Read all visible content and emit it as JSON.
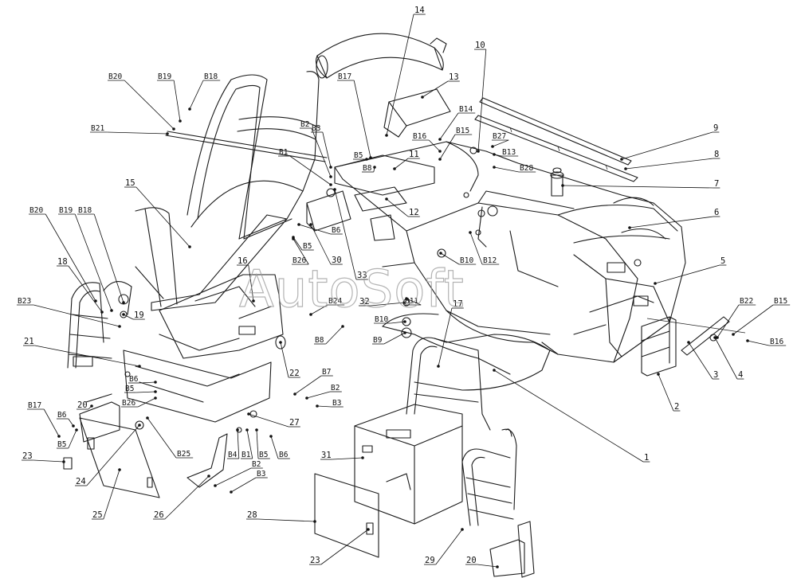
{
  "watermark": "AutoSoft",
  "callouts": [
    {
      "id": "c1",
      "text": "1"
    },
    {
      "id": "c2",
      "text": "2"
    },
    {
      "id": "c3",
      "text": "3"
    },
    {
      "id": "c4",
      "text": "4"
    },
    {
      "id": "c5",
      "text": "5"
    },
    {
      "id": "c6",
      "text": "6"
    },
    {
      "id": "c7",
      "text": "7"
    },
    {
      "id": "c8",
      "text": "8"
    },
    {
      "id": "c9",
      "text": "9"
    },
    {
      "id": "c10",
      "text": "10"
    },
    {
      "id": "c11",
      "text": "11"
    },
    {
      "id": "c12",
      "text": "12"
    },
    {
      "id": "c13",
      "text": "13"
    },
    {
      "id": "c14",
      "text": "14"
    },
    {
      "id": "c15",
      "text": "15"
    },
    {
      "id": "c16",
      "text": "16"
    },
    {
      "id": "c17",
      "text": "17"
    },
    {
      "id": "c18",
      "text": "18"
    },
    {
      "id": "c19",
      "text": "19"
    },
    {
      "id": "c20a",
      "text": "20"
    },
    {
      "id": "c20b",
      "text": "20"
    },
    {
      "id": "c21",
      "text": "21"
    },
    {
      "id": "c22",
      "text": "22"
    },
    {
      "id": "c23a",
      "text": "23"
    },
    {
      "id": "c23b",
      "text": "23"
    },
    {
      "id": "c24",
      "text": "24"
    },
    {
      "id": "c25",
      "text": "25"
    },
    {
      "id": "c26",
      "text": "26"
    },
    {
      "id": "c27",
      "text": "27"
    },
    {
      "id": "c28",
      "text": "28"
    },
    {
      "id": "c29",
      "text": "29"
    },
    {
      "id": "c30",
      "text": "30"
    },
    {
      "id": "c31",
      "text": "31"
    },
    {
      "id": "c32",
      "text": "32"
    },
    {
      "id": "c33",
      "text": "33"
    },
    {
      "id": "b20a",
      "text": "B20"
    },
    {
      "id": "b19a",
      "text": "B19"
    },
    {
      "id": "b18a",
      "text": "B18"
    },
    {
      "id": "b21",
      "text": "B21"
    },
    {
      "id": "b17a",
      "text": "B17"
    },
    {
      "id": "b2a",
      "text": "B2"
    },
    {
      "id": "b3a",
      "text": "B3"
    },
    {
      "id": "b1a",
      "text": "B1"
    },
    {
      "id": "b5a",
      "text": "B5"
    },
    {
      "id": "b8a",
      "text": "B8"
    },
    {
      "id": "b16a",
      "text": "B16"
    },
    {
      "id": "b14",
      "text": "B14"
    },
    {
      "id": "b15a",
      "text": "B15"
    },
    {
      "id": "b27",
      "text": "B27"
    },
    {
      "id": "b13",
      "text": "B13"
    },
    {
      "id": "b28",
      "text": "B28"
    },
    {
      "id": "b20b",
      "text": "B20"
    },
    {
      "id": "b19b",
      "text": "B19"
    },
    {
      "id": "b18b",
      "text": "B18"
    },
    {
      "id": "b6a",
      "text": "B6"
    },
    {
      "id": "b5b",
      "text": "B5"
    },
    {
      "id": "b26a",
      "text": "B26"
    },
    {
      "id": "b10",
      "text": "B10"
    },
    {
      "id": "b12",
      "text": "B12"
    },
    {
      "id": "b23",
      "text": "B23"
    },
    {
      "id": "b24",
      "text": "B24"
    },
    {
      "id": "b11",
      "text": "B11"
    },
    {
      "id": "b10b",
      "text": "B10"
    },
    {
      "id": "b9",
      "text": "B9"
    },
    {
      "id": "b8b",
      "text": "B8"
    },
    {
      "id": "b22",
      "text": "B22"
    },
    {
      "id": "b15b",
      "text": "B15"
    },
    {
      "id": "b16b",
      "text": "B16"
    },
    {
      "id": "b6b",
      "text": "B6"
    },
    {
      "id": "b5c",
      "text": "B5"
    },
    {
      "id": "b26b",
      "text": "B26"
    },
    {
      "id": "b7",
      "text": "B7"
    },
    {
      "id": "b2b",
      "text": "B2"
    },
    {
      "id": "b3b",
      "text": "B3"
    },
    {
      "id": "b17b",
      "text": "B17"
    },
    {
      "id": "b6c",
      "text": "B6"
    },
    {
      "id": "b5d",
      "text": "B5"
    },
    {
      "id": "b25",
      "text": "B25"
    },
    {
      "id": "b4",
      "text": "B4"
    },
    {
      "id": "b1b",
      "text": "B1"
    },
    {
      "id": "b5e",
      "text": "B5"
    },
    {
      "id": "b6d",
      "text": "B6"
    },
    {
      "id": "b2c",
      "text": "B2"
    },
    {
      "id": "b3c",
      "text": "B3"
    }
  ]
}
